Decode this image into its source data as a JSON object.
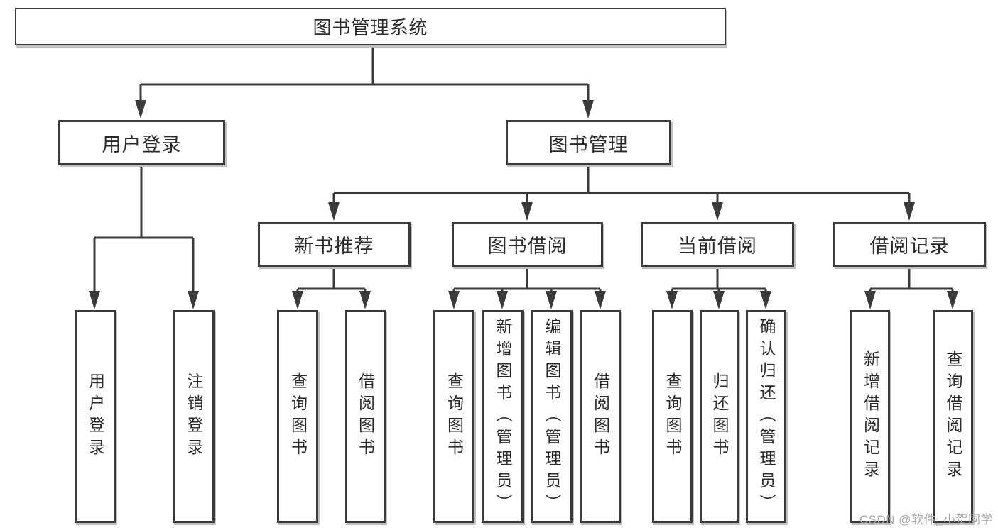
{
  "tree": {
    "root": {
      "label": "图书管理系统",
      "children": [
        {
          "label": "用户登录",
          "children": [
            {
              "label": "用户登录"
            },
            {
              "label": "注销登录"
            }
          ]
        },
        {
          "label": "图书管理",
          "children": [
            {
              "label": "新书推荐",
              "children": [
                {
                  "label": "查询图书"
                },
                {
                  "label": "借阅图书"
                }
              ]
            },
            {
              "label": "图书借阅",
              "children": [
                {
                  "label": "查询图书"
                },
                {
                  "label": "新增图书（管理员）"
                },
                {
                  "label": "编辑图书（管理员）"
                },
                {
                  "label": "借阅图书"
                }
              ]
            },
            {
              "label": "当前借阅",
              "children": [
                {
                  "label": "查询图书"
                },
                {
                  "label": "归还图书"
                },
                {
                  "label": "确认归还（管理员）"
                }
              ]
            },
            {
              "label": "借阅记录",
              "children": [
                {
                  "label": "新增借阅记录"
                },
                {
                  "label": "查询借阅记录"
                }
              ]
            }
          ]
        }
      ]
    }
  },
  "watermark": {
    "text": "CSDN @软件_小贺同学"
  },
  "colors": {
    "line": "#3a3a3a",
    "border": "#3a3a3a",
    "text": "#2b2b2b",
    "watermark": "#a9a9a9",
    "background": "#ffffff"
  }
}
